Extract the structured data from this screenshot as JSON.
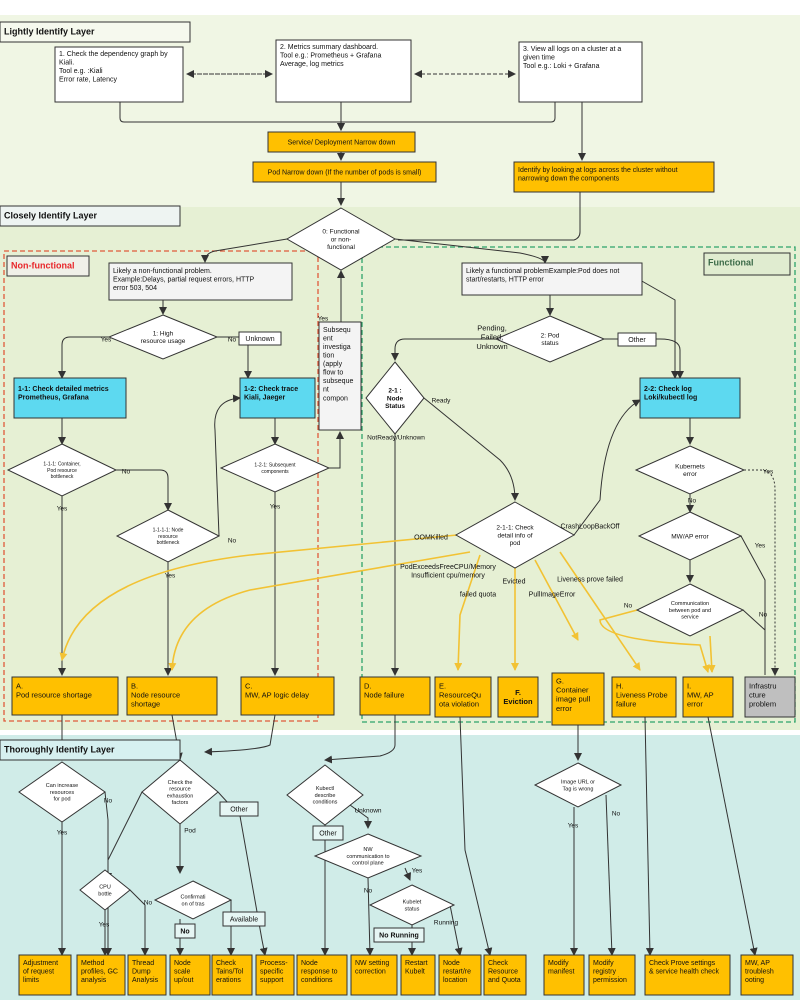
{
  "layers": {
    "lightly": "Lightly Identify Layer",
    "closely": "Closely Identify Layer",
    "thoroughly": "Thoroughly Identify Layer"
  },
  "regions": {
    "nonfunctional": "Non-functional",
    "functional": "Functional"
  },
  "colors": {
    "band_green": "#e6f0d4",
    "band_lightgreen": "#f0f6e4",
    "band_teal": "#d0ece8",
    "orange": "#ffc000",
    "cyan": "#5dd9f0",
    "gray": "#bfbfbf",
    "red_dash": "#e05a3a",
    "green_dash": "#2ea36a",
    "yellow_line": "#f2c233"
  },
  "lightly": {
    "box1": [
      "1. Check the dependency graph by",
      "Kiali.",
      "Tool e.g. :Kiali",
      "Error rate, Latency"
    ],
    "box2": [
      "2. Metrics summary dashboard.",
      "Tool e.g.: Prometheus + Grafana",
      "Average, log metrics"
    ],
    "box3": [
      "3. View all logs on a cluster at a",
      "given time",
      "Tool e.g.: Loki + Grafana"
    ],
    "service_narrow": "Service/ Deployment Narrow down",
    "pod_narrow": "Pod Narrow down (If the number of pods is small)",
    "identify_logs": [
      "Identify by looking at logs across the cluster without",
      "narrowing down the components"
    ]
  },
  "closely": {
    "d0": [
      "0: Functional",
      "or non-",
      "functional"
    ],
    "nonfunc_box": [
      "Likely a non-functional problem.",
      "Example:Delays, partial request errors, HTTP",
      "error 503, 504"
    ],
    "func_box": [
      "Likely a functional problemExample:Pod does not",
      "start/restarts, HTTP error"
    ],
    "d1": [
      "1: High",
      "resource usage"
    ],
    "yes": "Yes",
    "no": "No",
    "unknown": "Unknown",
    "box11": [
      "1-1: Check detailed metrics",
      "Prometheus, Grafana"
    ],
    "box12": [
      "1-2: Check trace",
      "Kiali, Jaeger"
    ],
    "d111": [
      "1-1-1: Container,",
      "Pod resource",
      "bottleneck"
    ],
    "d1111": [
      "1-1-1-1: Node",
      "resource",
      "bottleneck"
    ],
    "d121": [
      "1-2-1: Subsequent",
      "components"
    ],
    "subsequent": [
      "Subsequ",
      "ent",
      "investiga",
      "tion",
      "(apply",
      "flow to",
      "subseque",
      "nt",
      "compon"
    ],
    "d2": [
      "2: Pod",
      "status"
    ],
    "pending": [
      "Pending,",
      "Failed,",
      "Unknown"
    ],
    "other": "Other",
    "d21": [
      "2-1 :",
      "Node",
      "Status"
    ],
    "ready": "Ready",
    "notready": "NotReady/Unknown",
    "box22": [
      "2-2: Check log",
      "Loki/kubectl log"
    ],
    "d_kube": [
      "Kubernets",
      "error"
    ],
    "d_mwap": "MW/AP error",
    "d_comm": [
      "Communication",
      "between pod and",
      "service"
    ],
    "d211": [
      "2-1-1: Check",
      "detail info of",
      "pod"
    ],
    "oomkilled": "OOMKilled",
    "crashloop": "CrashLoopBackOff",
    "podexceeds": [
      "PodExceedsFreeCPU/Memory",
      "Insufficient cpu/memory"
    ],
    "evicted": "Evicted",
    "failed_quota": "failed quota",
    "pullimage": "PullImageError",
    "liveness_fail": "Liveness prove failed"
  },
  "outcomes": {
    "A": [
      "A.",
      "Pod resource shortage"
    ],
    "B": [
      "B.",
      "Node resource",
      "shortage"
    ],
    "C": [
      "C.",
      "MW, AP logic delay"
    ],
    "D": [
      "D.",
      "Node failure"
    ],
    "E": [
      "E.",
      "ResourceQu",
      "ota violation"
    ],
    "F": [
      "F.",
      "Eviction"
    ],
    "G": [
      "G.",
      "Container",
      "image pull",
      "error"
    ],
    "H": [
      "H.",
      "Liveness Probe",
      "failure"
    ],
    "I": [
      "I.",
      "MW, AP",
      "error"
    ],
    "infra": [
      "Infrastru",
      "cture",
      "problem"
    ]
  },
  "thoroughly": {
    "d_increase": [
      "Can increase",
      "resources",
      "for pod"
    ],
    "d_exhaust": [
      "Check the",
      "resource",
      "exhaustion",
      "factors"
    ],
    "pod": "Pod",
    "other": "Other",
    "d_cpu": [
      "CPU",
      "bottle"
    ],
    "d_confirm": [
      "Confirmati",
      "on of tras"
    ],
    "available": "Available",
    "no_box": "No",
    "d_kubectl": [
      "Kubectl",
      "describe",
      "conditions"
    ],
    "unknown": "Unknown",
    "d_nw": [
      "NW",
      "communication to",
      "control plane"
    ],
    "d_kubelet": [
      "Kubelet",
      "status"
    ],
    "no_running": "No Running",
    "running": "Running",
    "d_image": [
      "Image URL or",
      "Tag is wrong"
    ],
    "yes": "Yes",
    "no": "No"
  },
  "bottom": [
    [
      "Adjustment",
      "of request",
      "limits"
    ],
    [
      "Method",
      "profiles, GC",
      "analysis"
    ],
    [
      "Thread",
      "Dump",
      "Analysis"
    ],
    [
      "Node",
      "scale",
      "up/out"
    ],
    [
      "Check",
      "Tains/Tol",
      "erations"
    ],
    [
      "Process-",
      "specific",
      "support"
    ],
    [
      "Node",
      "response to",
      "conditions"
    ],
    [
      "NW setting",
      "correction"
    ],
    [
      "Restart",
      "Kubelt"
    ],
    [
      "Node",
      "restart/re",
      "location"
    ],
    [
      "Check",
      "Resource",
      "and Quota"
    ],
    [
      "Modify",
      "manifest"
    ],
    [
      "Modify",
      "registry",
      "permission"
    ],
    [
      "Check Prove settings",
      "& service health check"
    ],
    [
      "MW, AP",
      "troublesh",
      "ooting"
    ]
  ]
}
